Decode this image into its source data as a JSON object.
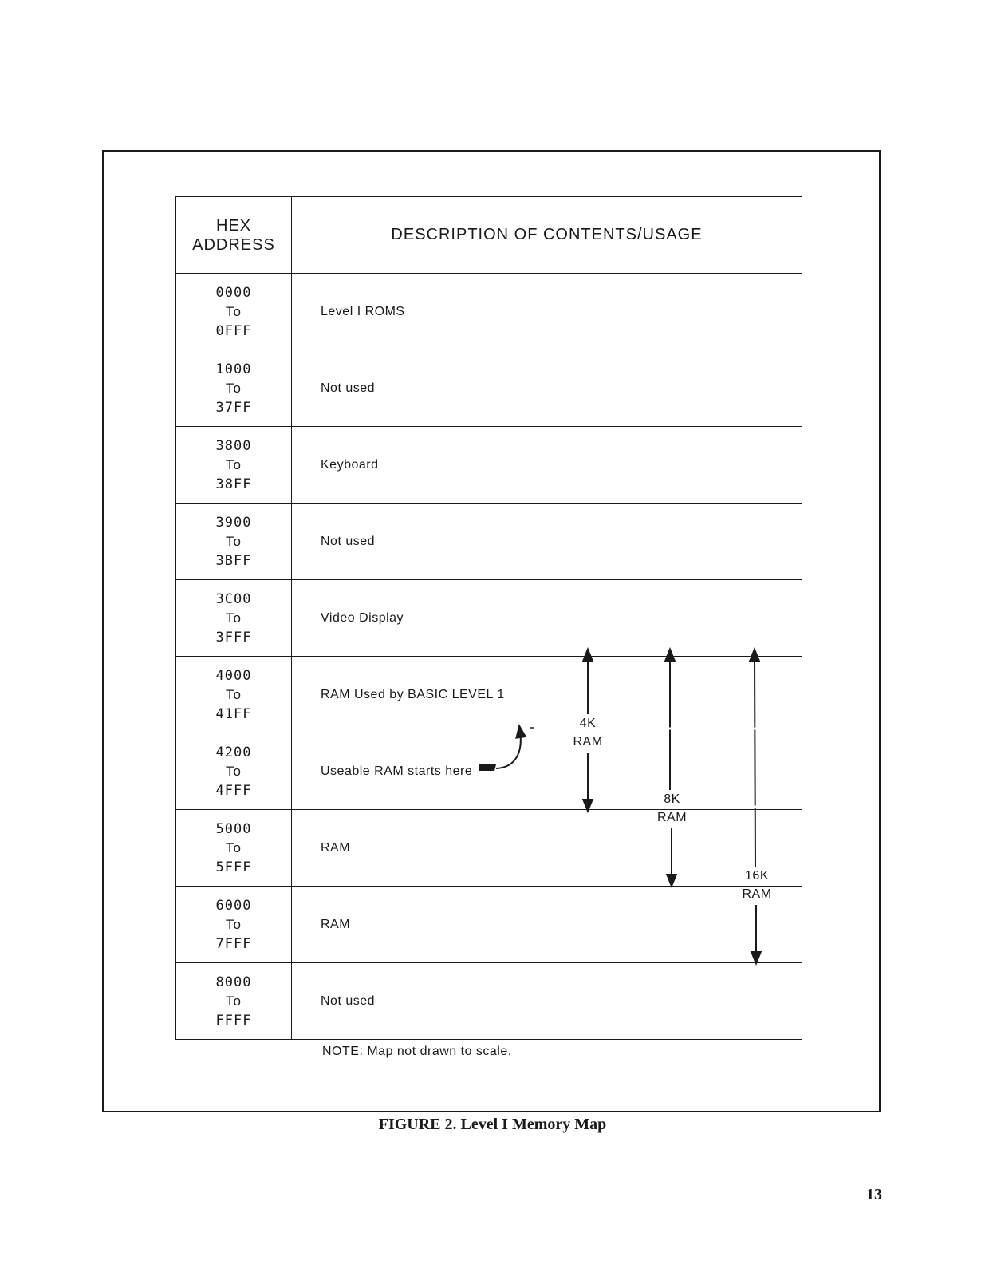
{
  "table": {
    "header_address": "HEX\nADDRESS",
    "header_description": "DESCRIPTION OF CONTENTS/USAGE",
    "rows": [
      {
        "start": "0000",
        "to": "To",
        "end": "0FFF",
        "description": "Level I ROMS"
      },
      {
        "start": "1000",
        "to": "To",
        "end": "37FF",
        "description": "Not used"
      },
      {
        "start": "3800",
        "to": "To",
        "end": "38FF",
        "description": "Keyboard"
      },
      {
        "start": "3900",
        "to": "To",
        "end": "3BFF",
        "description": "Not used"
      },
      {
        "start": "3C00",
        "to": "To",
        "end": "3FFF",
        "description": "Video Display"
      },
      {
        "start": "4000",
        "to": "To",
        "end": "41FF",
        "description": "RAM Used by BASIC LEVEL 1"
      },
      {
        "start": "4200",
        "to": "To",
        "end": "4FFF",
        "description": "Useable RAM starts here"
      },
      {
        "start": "5000",
        "to": "To",
        "end": "5FFF",
        "description": "RAM"
      },
      {
        "start": "6000",
        "to": "To",
        "end": "7FFF",
        "description": "RAM"
      },
      {
        "start": "8000",
        "to": "To",
        "end": "FFFF",
        "description": "Not used"
      }
    ]
  },
  "annotations": {
    "ram_4k": "4K\nRAM",
    "ram_8k": "8K\nRAM",
    "ram_16k": "16K\nRAM"
  },
  "note": "NOTE: Map not drawn to scale.",
  "caption": "FIGURE 2. Level I Memory Map",
  "page_number": "13"
}
